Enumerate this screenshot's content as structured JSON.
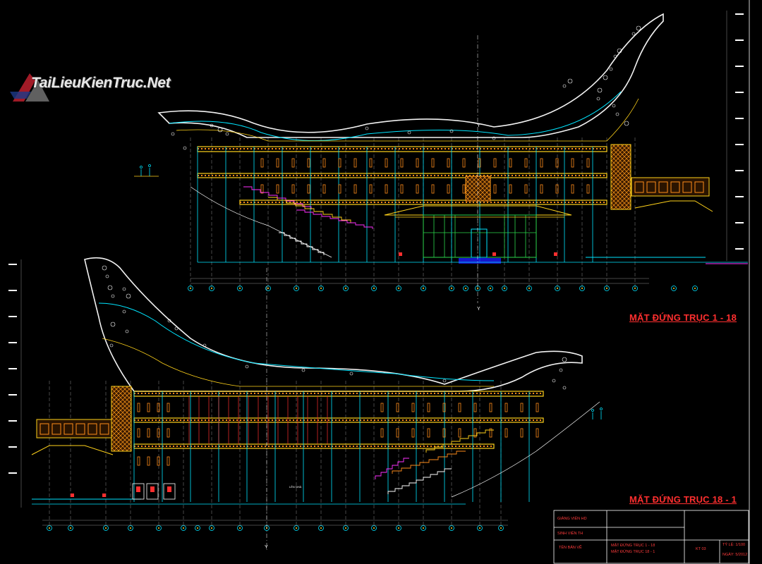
{
  "watermark": {
    "text": "TaiLieuKienTruc.Net"
  },
  "drawing": {
    "elevation_1_title": "MẶT ĐỨNG TRỤC 1 - 18",
    "elevation_2_title": "MẶT ĐỨNG TRỤC 18 - 1",
    "axis_label_top": "Y",
    "axis_label_bottom": "Y",
    "stair_note": "LÊN NHÀ"
  },
  "title_block": {
    "instructor_label": "GIẢNG VIÊN HD",
    "student_label": "SINH VIÊN TH",
    "drawing_name_label": "TÊN BẢN VẼ",
    "drawing_name_1": "MẶT ĐỨNG TRỤC 1 - 18",
    "drawing_name_2": "MẶT ĐỨNG TRỤC 18 - 1",
    "sheet_code": "KT 03",
    "scale": "TỶ LỆ: 1/100",
    "date": "NGÀY: 5/2012"
  },
  "colors": {
    "background": "#000000",
    "roof_white": "#f2f2f2",
    "cyan": "#00e5ff",
    "yellow": "#ffd21a",
    "orange": "#ff8c1a",
    "red": "#ff2f2f",
    "magenta": "#ff2fff",
    "green": "#2bd64b",
    "grid_gray": "#8c8c8c"
  }
}
